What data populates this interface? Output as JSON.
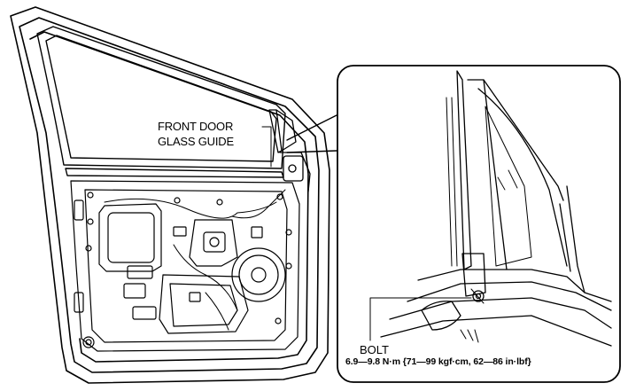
{
  "labels": {
    "glass_guide_line1": "FRONT DOOR",
    "glass_guide_line2": "GLASS GUIDE",
    "bolt": "BOLT",
    "torque_spec": "6.9—9.8 N·m {71—99 kgf·cm, 62—86 in·lbf}"
  },
  "colors": {
    "line": "#000000",
    "background": "#ffffff"
  }
}
